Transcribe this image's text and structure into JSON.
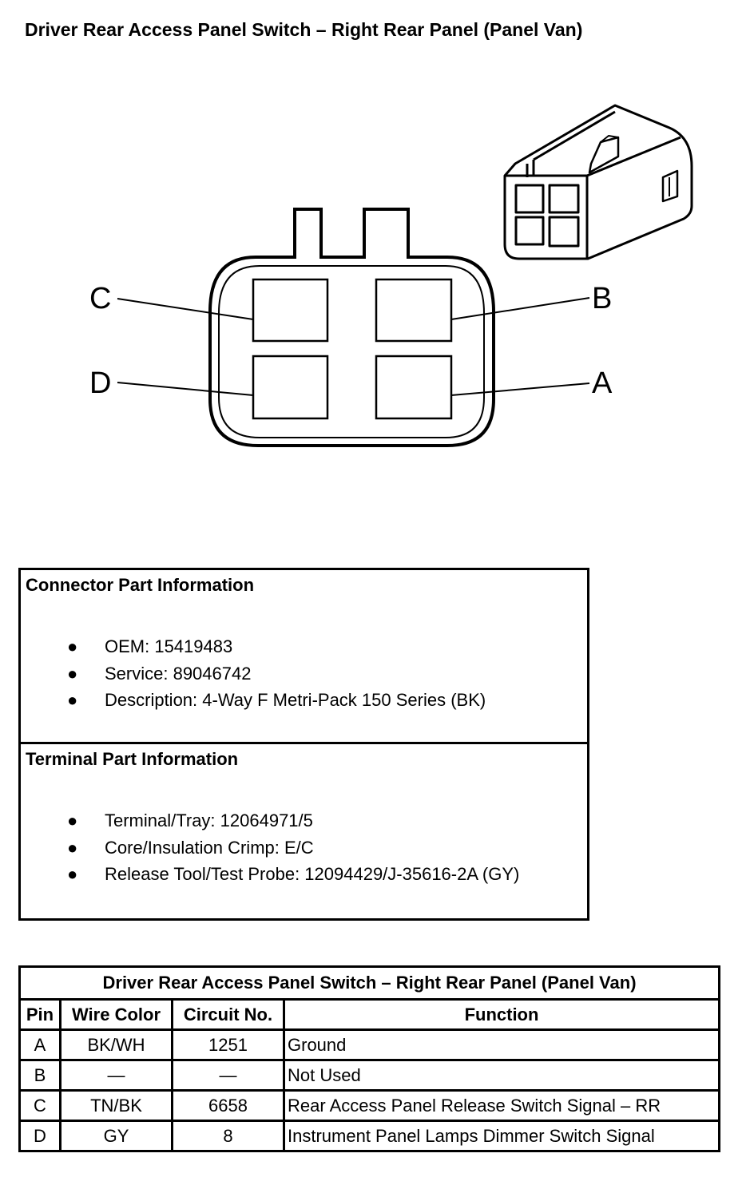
{
  "title": "Driver Rear Access Panel Switch – Right Rear Panel (Panel Van)",
  "connector_face": {
    "pin_labels": {
      "a": "A",
      "b": "B",
      "c": "C",
      "d": "D"
    }
  },
  "connector_info": {
    "heading": "Connector Part Information",
    "items": [
      "OEM: 15419483",
      "Service: 89046742",
      "Description: 4-Way F Metri-Pack 150 Series (BK)"
    ]
  },
  "terminal_info": {
    "heading": "Terminal Part Information",
    "items": [
      "Terminal/Tray: 12064971/5",
      "Core/Insulation Crimp: E/C",
      "Release Tool/Test Probe: 12094429/J-35616-2A (GY)"
    ]
  },
  "bullet": "●",
  "pin_table": {
    "caption": "Driver Rear Access Panel Switch – Right Rear Panel (Panel Van)",
    "headers": [
      "Pin",
      "Wire Color",
      "Circuit No.",
      "Function"
    ],
    "rows": [
      [
        "A",
        "BK/WH",
        "1251",
        "Ground"
      ],
      [
        "B",
        "—",
        "—",
        "Not Used"
      ],
      [
        "C",
        "TN/BK",
        "6658",
        "Rear Access Panel Release Switch Signal – RR"
      ],
      [
        "D",
        "GY",
        "8",
        "Instrument Panel Lamps Dimmer Switch Signal"
      ]
    ]
  }
}
